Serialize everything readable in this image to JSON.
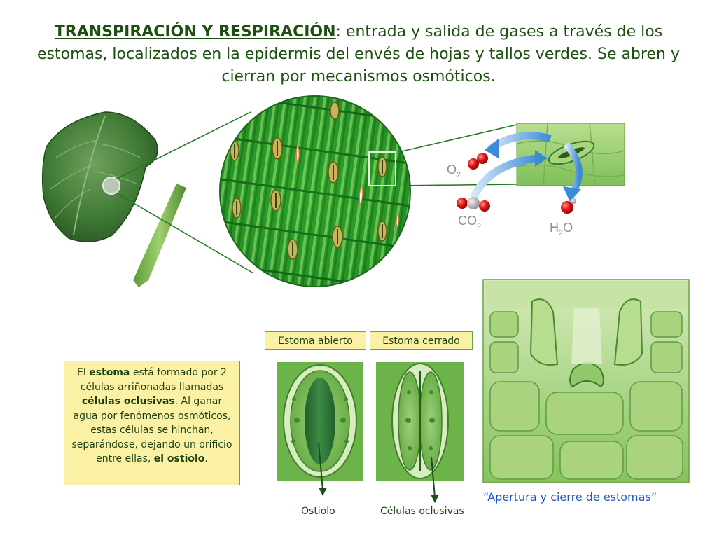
{
  "title": {
    "highlight": "TRANSPIRACIÓN Y RESPIRACIÓN",
    "colon": ":",
    "rest": " entrada y salida de gases a través de los estomas, localizados en la epidermis del envés de hojas y tallos verdes. Se abren y cierran por mecanismos osmóticos."
  },
  "molecules": {
    "o2_main": "O",
    "o2_sub": "2",
    "co2_main": "CO",
    "co2_sub": "2",
    "h2o_h": "H",
    "h2o_sub": "2",
    "h2o_o": "O"
  },
  "labels": {
    "open_stoma": "Estoma abierto",
    "closed_stoma": "Estoma cerrado",
    "ostiole": "Ostiolo",
    "guard_cells": "Células oclusivas"
  },
  "info": {
    "p1": "El ",
    "b1": "estoma",
    "p2": " está formado por 2 células arriñonadas llamadas ",
    "b2": "células oclusivas",
    "p3": ". Al ganar agua por fenómenos osmóticos, estas células se hinchan, separándose, dejando un orificio entre ellas, ",
    "b3": "el ostiolo",
    "p4": "."
  },
  "link": {
    "text": "“Apertura y cierre de estomas”"
  },
  "colors": {
    "leaf": "#3f7a35",
    "epidermis": "#2fa02a",
    "stoma_bg": "#6cb34a",
    "info_bg": "#fbf1a5",
    "link": "#1a55c8"
  }
}
